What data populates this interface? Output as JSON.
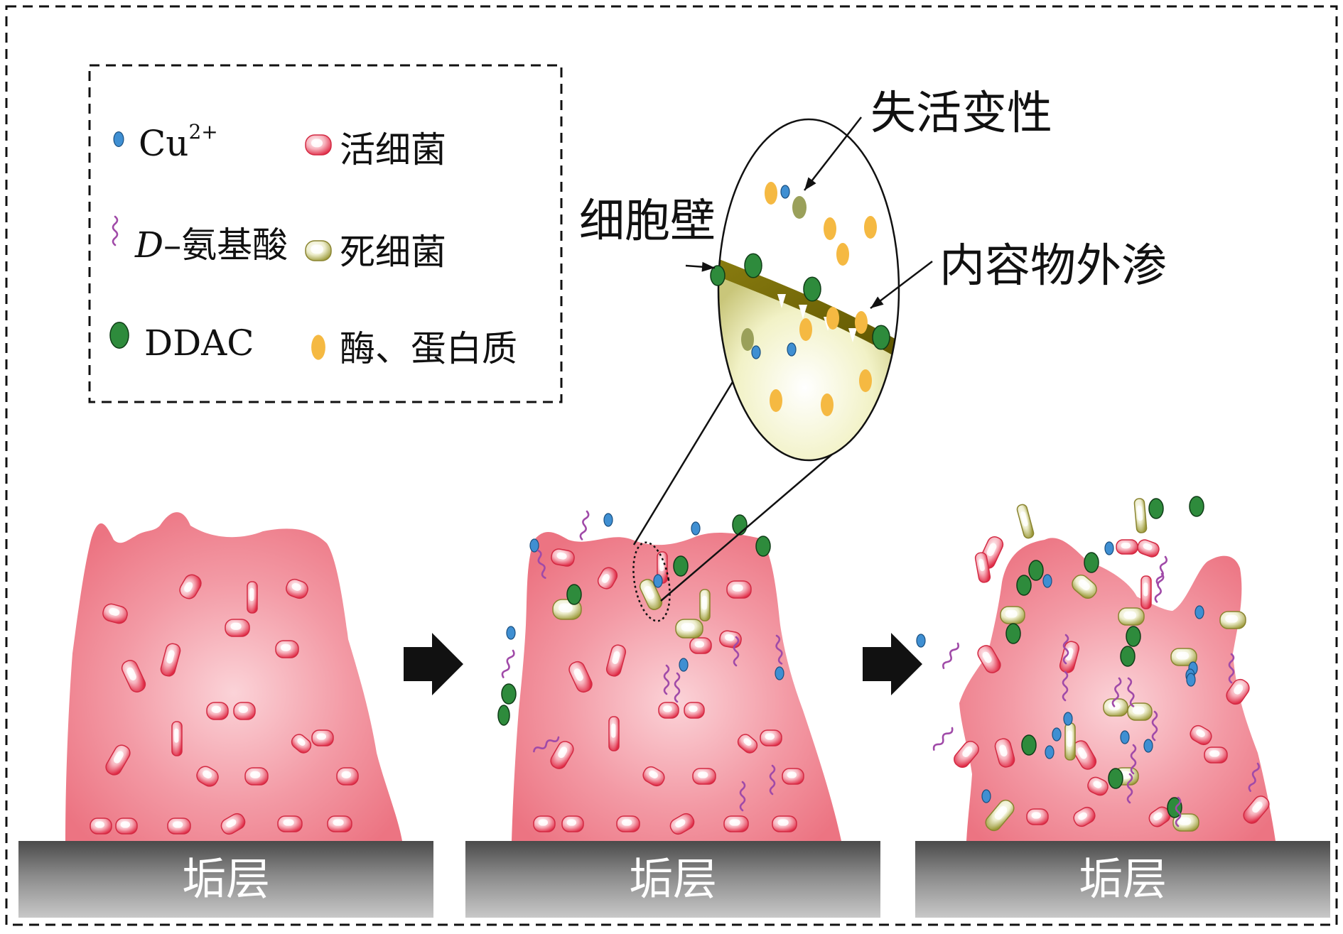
{
  "legend": {
    "cu": {
      "name": "Cu",
      "charge": "2+"
    },
    "live_bacteria": "活细菌",
    "d_amino": {
      "prefix": "D",
      "rest": "–氨基酸"
    },
    "dead_bacteria": "死细菌",
    "ddac": "DDAC",
    "enzyme_protein": "酶、蛋白质"
  },
  "callouts": {
    "inactivation": "失活变性",
    "cell_wall": "细胞壁",
    "leakage": "内容物外渗"
  },
  "scale_label": "垢层",
  "panels": [
    {
      "scale_label": "垢层"
    },
    {
      "scale_label": "垢层"
    },
    {
      "scale_label": "垢层"
    }
  ],
  "colors": {
    "biofilm": "#f08a96",
    "biofilm_light": "#fbd3d8",
    "live_bacteria": "#e8384f",
    "dead_bacteria": "#c9c86a",
    "cu": "#3f8fd2",
    "ddac": "#2e8b3c",
    "enzyme": "#f5b942",
    "amino_acid": "#a04aa8",
    "scale": "#6e6e6e",
    "arrow": "#111111"
  },
  "icons": [
    "cu-ion-icon",
    "live-bacterium-icon",
    "amino-acid-icon",
    "dead-bacterium-icon",
    "ddac-icon",
    "enzyme-icon",
    "process-arrow-icon"
  ]
}
